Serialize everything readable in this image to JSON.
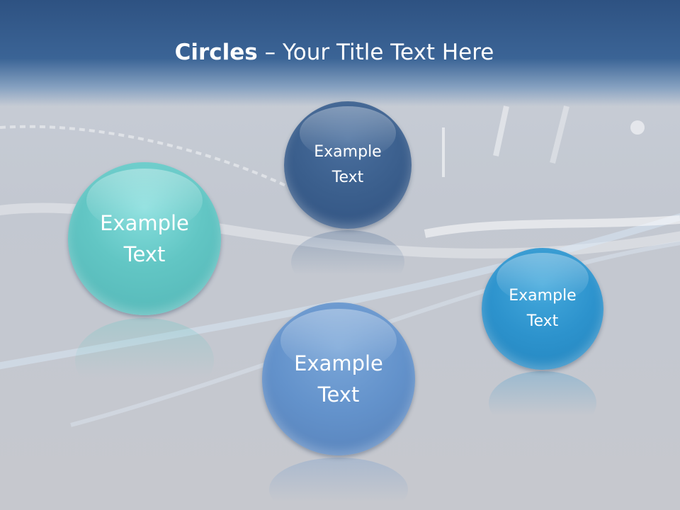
{
  "slide": {
    "title_bold": "Circles",
    "title_rest": " – Your Title Text Here"
  },
  "circles": [
    {
      "line1": "Example",
      "line2": "Text",
      "color": "#62c6c4"
    },
    {
      "line1": "Example",
      "line2": "Text",
      "color": "#3b5f8d"
    },
    {
      "line1": "Example",
      "line2": "Text",
      "color": "#6392cb"
    },
    {
      "line1": "Example",
      "line2": "Text",
      "color": "#2d93cd"
    }
  ],
  "colors": {
    "header": "#3b6496",
    "background": "#c6cbd3",
    "text": "#ffffff"
  }
}
